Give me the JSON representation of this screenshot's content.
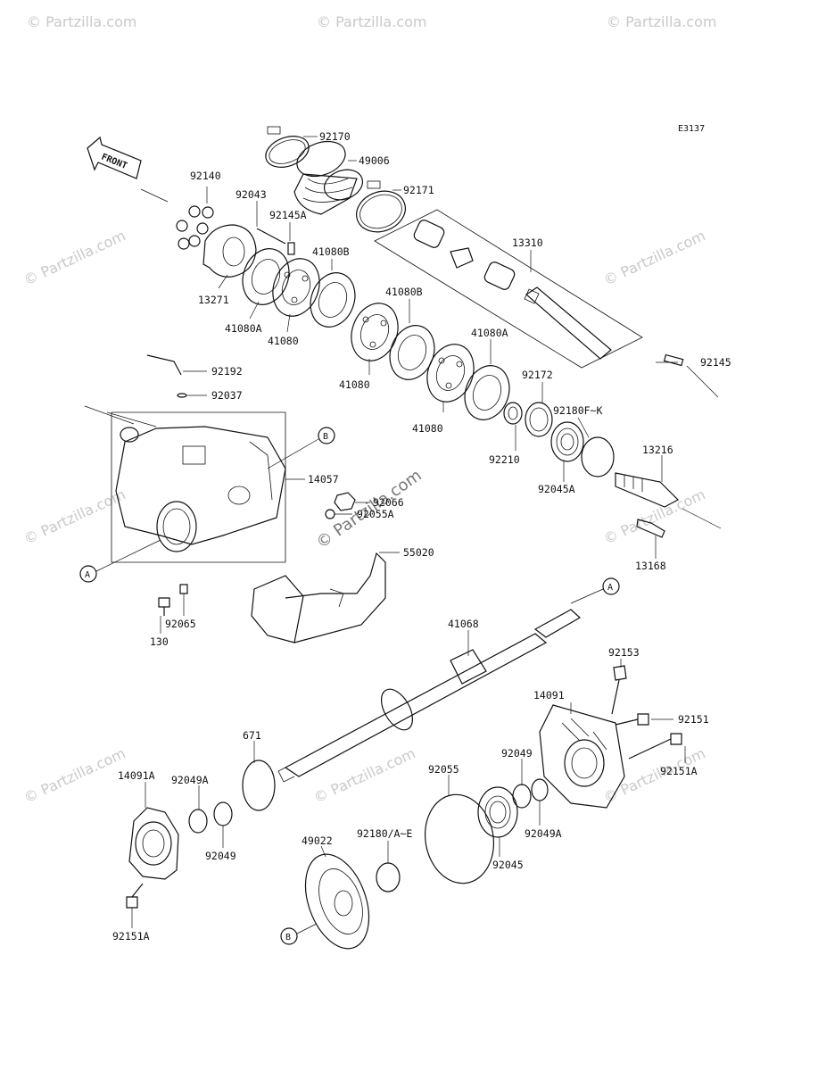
{
  "diagram_code": "E3137",
  "front_label": "FRONT",
  "watermark_text": "© Partzilla.com",
  "colors": {
    "ink": "#111111",
    "watermark": "#c9c9c9",
    "background": "#ffffff"
  },
  "callouts": {
    "A": "A",
    "B": "B"
  },
  "parts": {
    "p92170": "92170",
    "p49006": "49006",
    "p92171": "92171",
    "p92140": "92140",
    "p92043": "92043",
    "p92145A": "92145A",
    "p41080B_1": "41080B",
    "p13310": "13310",
    "p13271": "13271",
    "p41080A_1": "41080A",
    "p41080_1": "41080",
    "p41080B_2": "41080B",
    "p41080_2": "41080",
    "p41080A_2": "41080A",
    "p92172": "92172",
    "p92145": "92145",
    "p92192": "92192",
    "p92037": "92037",
    "p92180FK": "92180F~K",
    "p41080_3": "41080",
    "p92210": "92210",
    "p13216": "13216",
    "p14057": "14057",
    "p92045A": "92045A",
    "p92066": "92066",
    "p92055A": "92055A",
    "p13168": "13168",
    "p55020": "55020",
    "p92065": "92065",
    "p130": "130",
    "p41068": "41068",
    "p92153": "92153",
    "p14091": "14091",
    "p92151": "92151",
    "p671": "671",
    "p92055": "92055",
    "p92049_1": "92049",
    "p92151A_1": "92151A",
    "p14091A": "14091A",
    "p92049A_1": "92049A",
    "p92049A_2": "92049A",
    "p49022": "49022",
    "p92180AE": "92180/A~E",
    "p92049_2": "92049",
    "p92045": "92045",
    "p92151A_2": "92151A"
  }
}
